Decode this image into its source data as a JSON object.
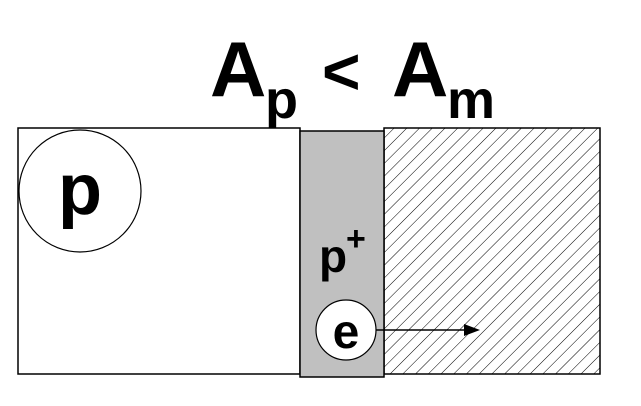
{
  "title": {
    "left_symbol": "A",
    "left_subscript": "p",
    "relation": "<",
    "right_symbol": "A",
    "right_subscript": "m"
  },
  "regions": {
    "left_particle_label": "p",
    "middle_label_base": "p",
    "middle_label_superscript": "+",
    "electron_label": "e"
  },
  "colors": {
    "line": "#000000",
    "background": "#ffffff",
    "middle_fill": "#c0c0c0",
    "hatch": "#000000"
  }
}
